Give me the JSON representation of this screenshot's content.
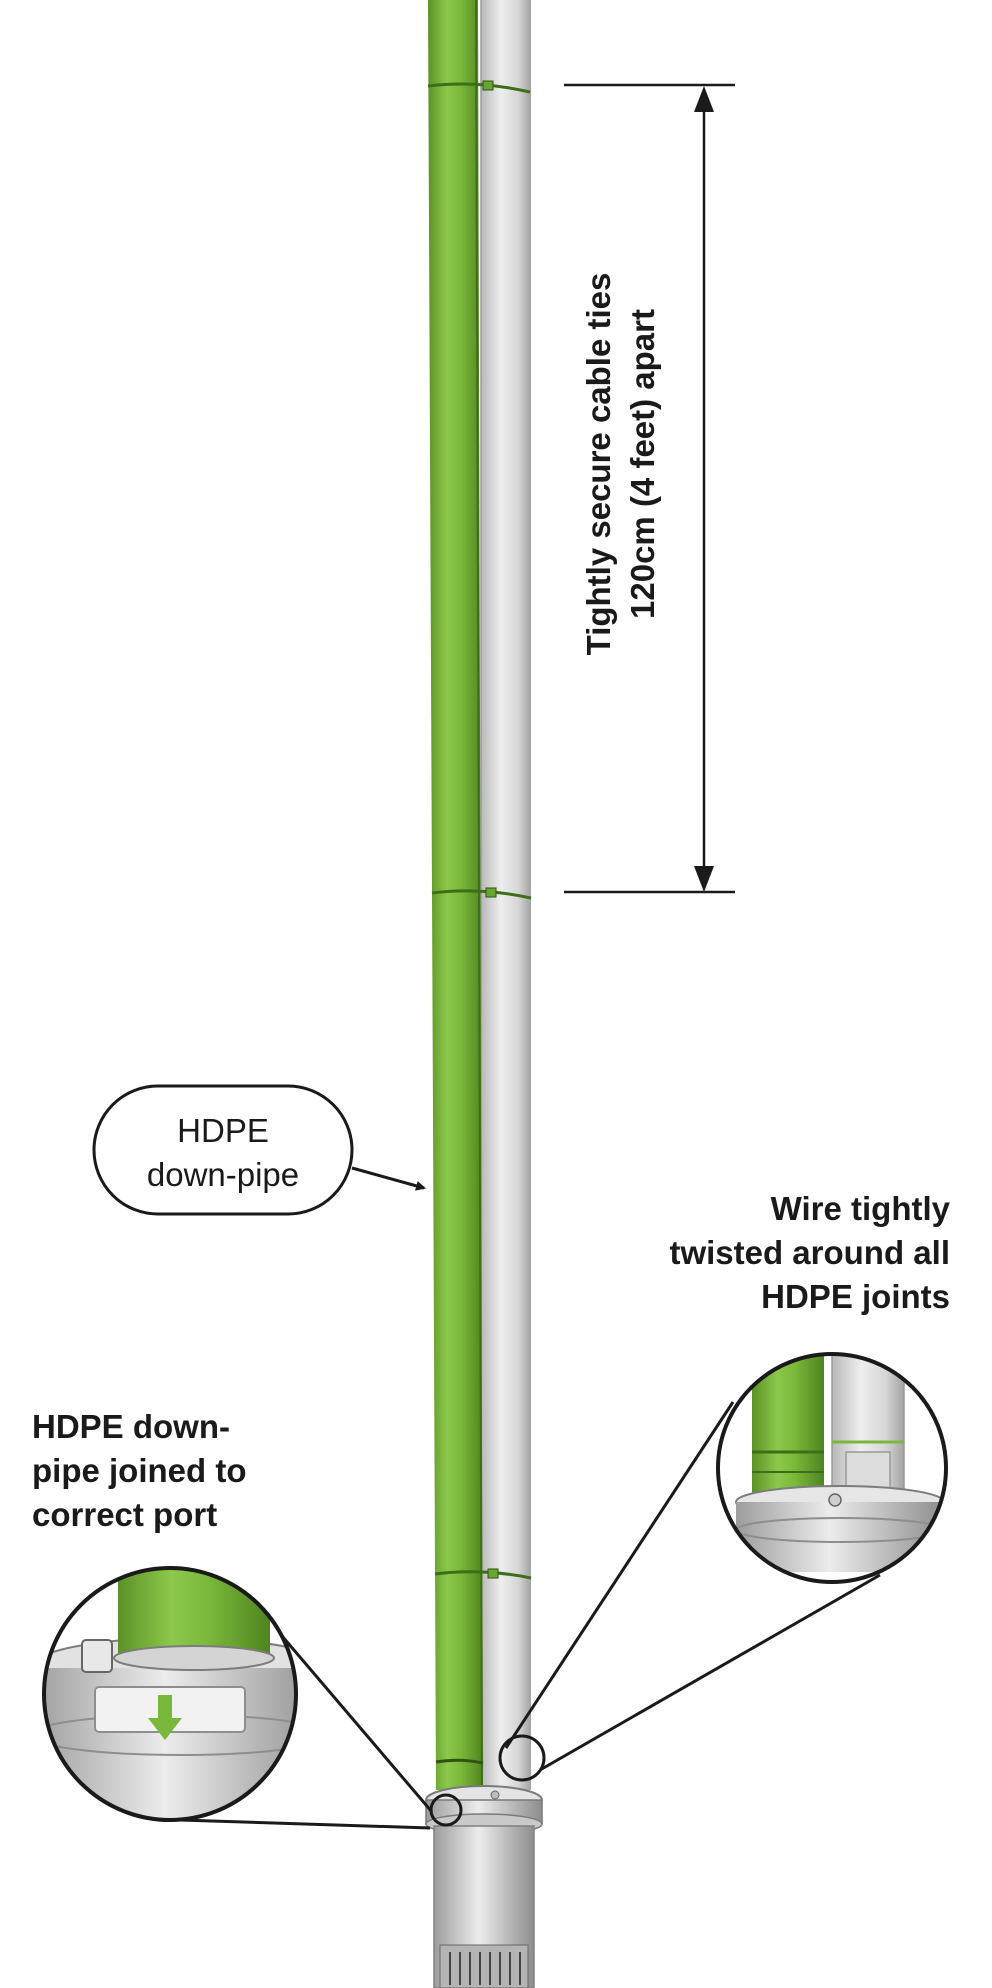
{
  "colors": {
    "hdpe_green": "#7ab83a",
    "hdpe_green_dark": "#5b9226",
    "hdpe_green_light": "#a9d46a",
    "riser_grey": "#d9d9d9",
    "riser_grey_dark": "#a9a9a9",
    "outline": "#1a1a1a",
    "background": "#ffffff"
  },
  "labels": {
    "spacing_line1": "Tightly secure cable ties",
    "spacing_line2": "120cm (4 feet) apart",
    "hdpe_bubble_line1": "HDPE",
    "hdpe_bubble_line2": "down-pipe",
    "wire_line1": "Wire tightly",
    "wire_line2": "twisted around all",
    "wire_line3": "HDPE joints",
    "port_line1": "HDPE down-",
    "port_line2": "pipe joined to",
    "port_line3": "correct port"
  },
  "icons": {
    "dimension_arrow": "double-headed-arrow-icon",
    "pointer_arrow": "arrow-right-icon",
    "port_arrow": "arrow-down-icon"
  }
}
